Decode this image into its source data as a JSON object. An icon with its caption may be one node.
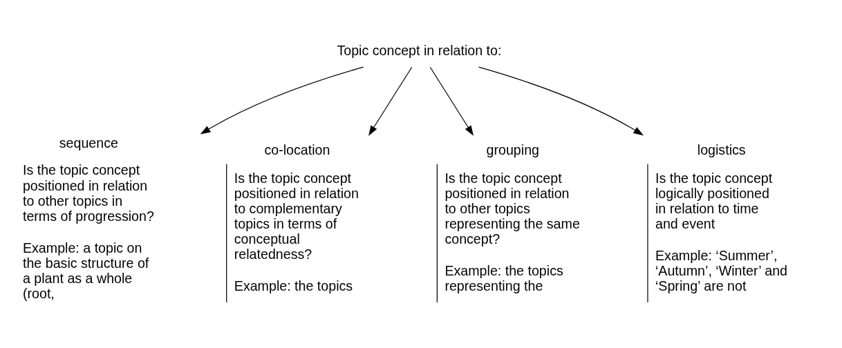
{
  "diagram": {
    "nodes": [
      {
        "text": [
          "Topic concept in relation to:"
        ]
      },
      {
        "text": [
          "sequence",
          "Is the topic concept positioned in relation to other topics in terms of progression?",
          "Example: a topic on the basic structure of a plant as a whole (root,"
        ]
      },
      {
        "text": [
          "co-location",
          "Is the topic concept positioned in relation to complementary topics in terms of conceptual relatedness?",
          "Example: the topics"
        ]
      },
      {
        "text": [
          "grouping",
          "Is the topic concept positioned in relation to other topics representing the same concept?",
          "Example: the topics representing the"
        ]
      },
      {
        "text": [
          "logistics",
          "Is the topic concept logically positioned in relation to time and event",
          "Example: ‘Summer’, ‘Autumn’, ‘Winter’ and ‘Spring’ are not"
        ]
      }
    ],
    "edges": [
      {
        "from": 0,
        "to": 1,
        "arrow": "to"
      },
      {
        "from": 0,
        "to": 2,
        "arrow": "to"
      },
      {
        "from": 0,
        "to": 3,
        "arrow": "to"
      },
      {
        "from": 0,
        "to": 4,
        "arrow": "to"
      }
    ]
  }
}
